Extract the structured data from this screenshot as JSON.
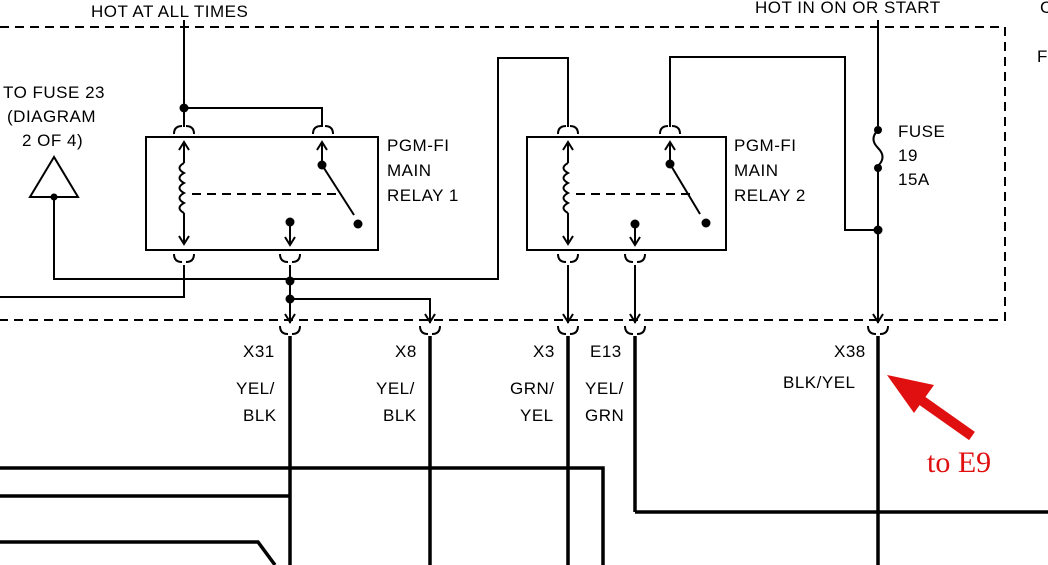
{
  "labels": {
    "hot_at_all_times": "HOT AT ALL TIMES",
    "hot_in_on_or_start": "HOT IN ON OR START",
    "to_fuse_line1": "TO FUSE 23",
    "to_fuse_line2": "(DIAGRAM",
    "to_fuse_line3": "2 OF 4)",
    "relay1_line1": "PGM-FI",
    "relay1_line2": "MAIN",
    "relay1_line3": "RELAY 1",
    "relay2_line1": "PGM-FI",
    "relay2_line2": "MAIN",
    "relay2_line3": "RELAY 2",
    "fuse_line1": "FUSE",
    "fuse_line2": "19",
    "fuse_line3": "15A",
    "edge_c": "C",
    "edge_f": "F"
  },
  "connectors": {
    "x31": "X31",
    "x8": "X8",
    "x3": "X3",
    "e13": "E13",
    "x38": "X38"
  },
  "wire_colors": {
    "x31_line1": "YEL/",
    "x31_line2": "BLK",
    "x8_line1": "YEL/",
    "x8_line2": "BLK",
    "x3_line1": "GRN/",
    "x3_line2": "YEL",
    "e13_line1": "YEL/",
    "e13_line2": "GRN",
    "x38": "BLK/YEL"
  },
  "annotation": {
    "text": "to E9",
    "color": "#e01010"
  }
}
